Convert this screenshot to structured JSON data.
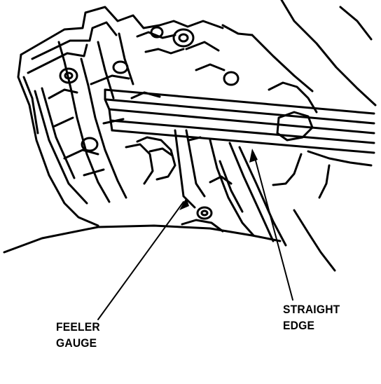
{
  "labels": {
    "feeler_gauge": {
      "line1": "FEELER",
      "line2": "GAUGE"
    },
    "straight_edge": {
      "line1": "STRAIGHT",
      "line2": "EDGE"
    }
  },
  "colors": {
    "ink": "#000000",
    "paper": "#ffffff"
  }
}
